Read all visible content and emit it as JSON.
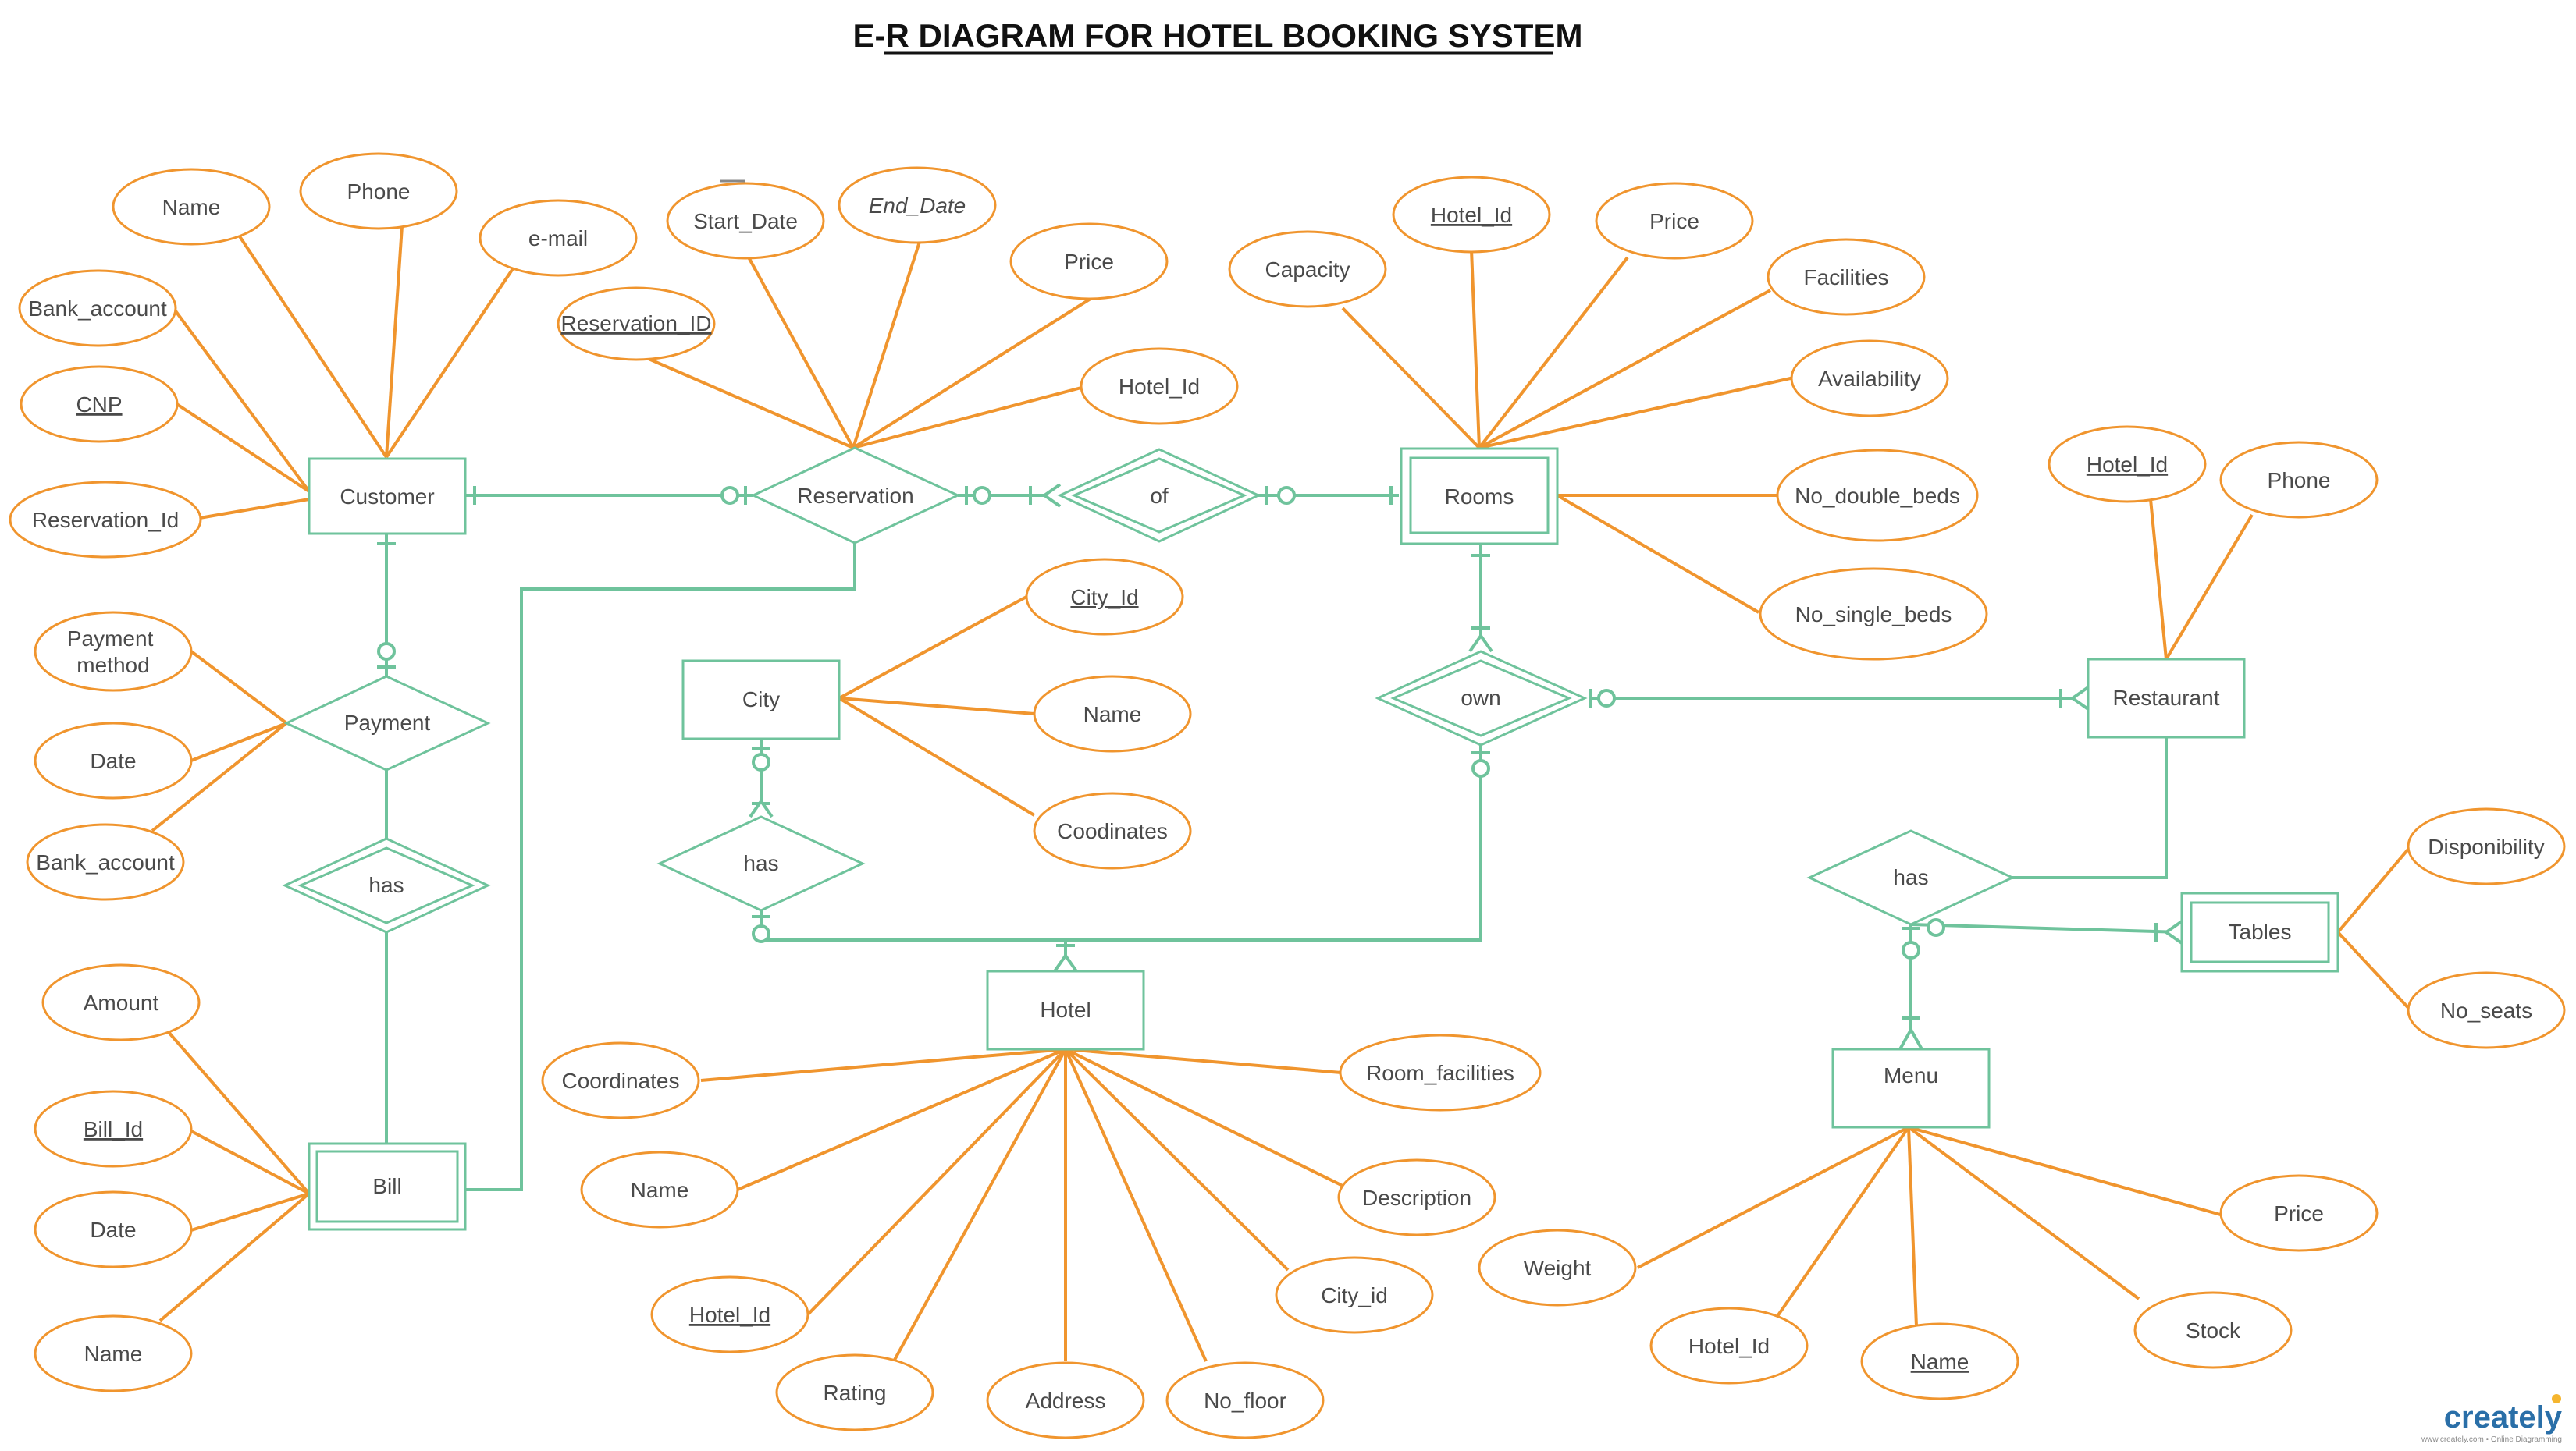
{
  "title": "E-R DIAGRAM FOR HOTEL BOOKING SYSTEM",
  "brand": {
    "name": "creately",
    "tagline": "www.creately.com • Online Diagramming"
  },
  "entities": {
    "customer": "Customer",
    "reservation": "Reservation",
    "of": "of",
    "rooms": "Rooms",
    "payment": "Payment",
    "has_bill": "has",
    "bill": "Bill",
    "city": "City",
    "has_city": "has",
    "hotel": "Hotel",
    "own": "own",
    "restaurant": "Restaurant",
    "has_rest": "has",
    "tables": "Tables",
    "menu": "Menu"
  },
  "attributes": {
    "cust_name": "Name",
    "cust_phone": "Phone",
    "cust_email": "e-mail",
    "cust_bank": "Bank_account",
    "cust_cnp": "CNP",
    "cust_resid": "Reservation_Id",
    "res_start": "Start_Date",
    "res_end": "End_Date",
    "res_price": "Price",
    "res_id": "Reservation_ID",
    "res_hotelid": "Hotel_Id",
    "room_capacity": "Capacity",
    "room_hotelid": "Hotel_Id",
    "room_price": "Price",
    "room_facilities": "Facilities",
    "room_availability": "Availability",
    "room_double": "No_double_beds",
    "room_single": "No_single_beds",
    "pay_method": "Payment method",
    "pay_date": "Date",
    "pay_bank": "Bank_account",
    "bill_amount": "Amount",
    "bill_id": "Bill_Id",
    "bill_date": "Date",
    "bill_name": "Name",
    "city_id": "City_Id",
    "city_name": "Name",
    "city_coords": "Coodinates",
    "hotel_coords": "Coordinates",
    "hotel_name": "Name",
    "hotel_id": "Hotel_Id",
    "hotel_rating": "Rating",
    "hotel_address": "Address",
    "hotel_nofloor": "No_floor",
    "hotel_cityid": "City_id",
    "hotel_desc": "Description",
    "hotel_roomfac": "Room_facilities",
    "rest_hotelid": "Hotel_Id",
    "rest_phone": "Phone",
    "tab_disp": "Disponibility",
    "tab_seats": "No_seats",
    "menu_weight": "Weight",
    "menu_hotelid": "Hotel_Id",
    "menu_name": "Name",
    "menu_stock": "Stock",
    "menu_price": "Price"
  },
  "colors": {
    "attribute": "#f0952e",
    "entity": "#6fc39c",
    "title": "#111111",
    "text": "#4a4a4a"
  }
}
